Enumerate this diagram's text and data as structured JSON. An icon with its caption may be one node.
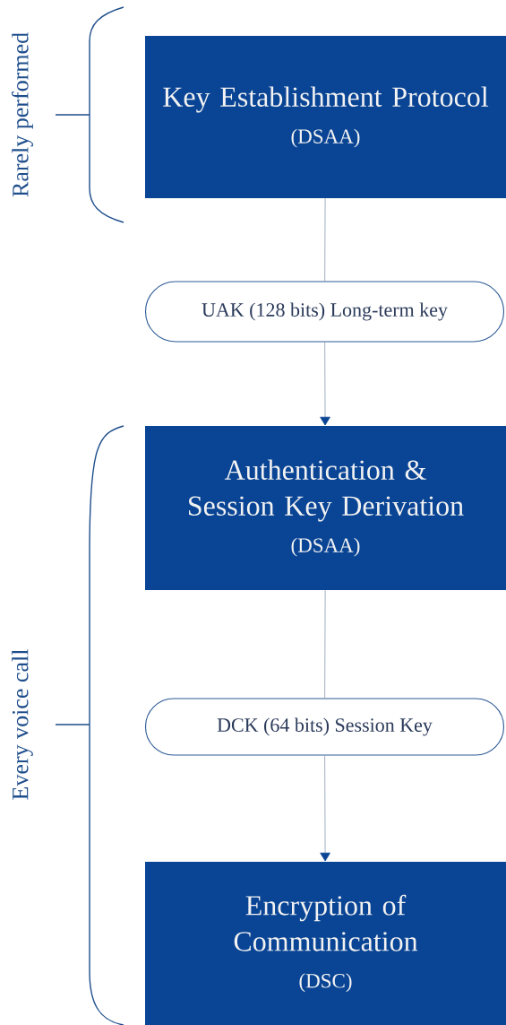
{
  "diagram": {
    "nodes": [
      {
        "text": [
          "Key Establishment Protocol",
          "(DSAA)"
        ]
      },
      {
        "text": [
          "UAK (128 bits) Long-term key"
        ]
      },
      {
        "text": [
          "Authentication & Session Key Derivation",
          "(DSAA)"
        ]
      },
      {
        "text": [
          "DCK (64 bits) Session Key"
        ]
      },
      {
        "text": [
          "Encryption of Communication",
          "(DSC)"
        ]
      }
    ],
    "edges": [
      {
        "from": 0,
        "to": 1,
        "arrow": "none"
      },
      {
        "from": 1,
        "to": 2,
        "arrow": "to"
      },
      {
        "from": 2,
        "to": 3,
        "arrow": "none"
      },
      {
        "from": 3,
        "to": 4,
        "arrow": "to"
      }
    ],
    "labels": [
      "Rarely performed",
      "Every voice call"
    ]
  }
}
